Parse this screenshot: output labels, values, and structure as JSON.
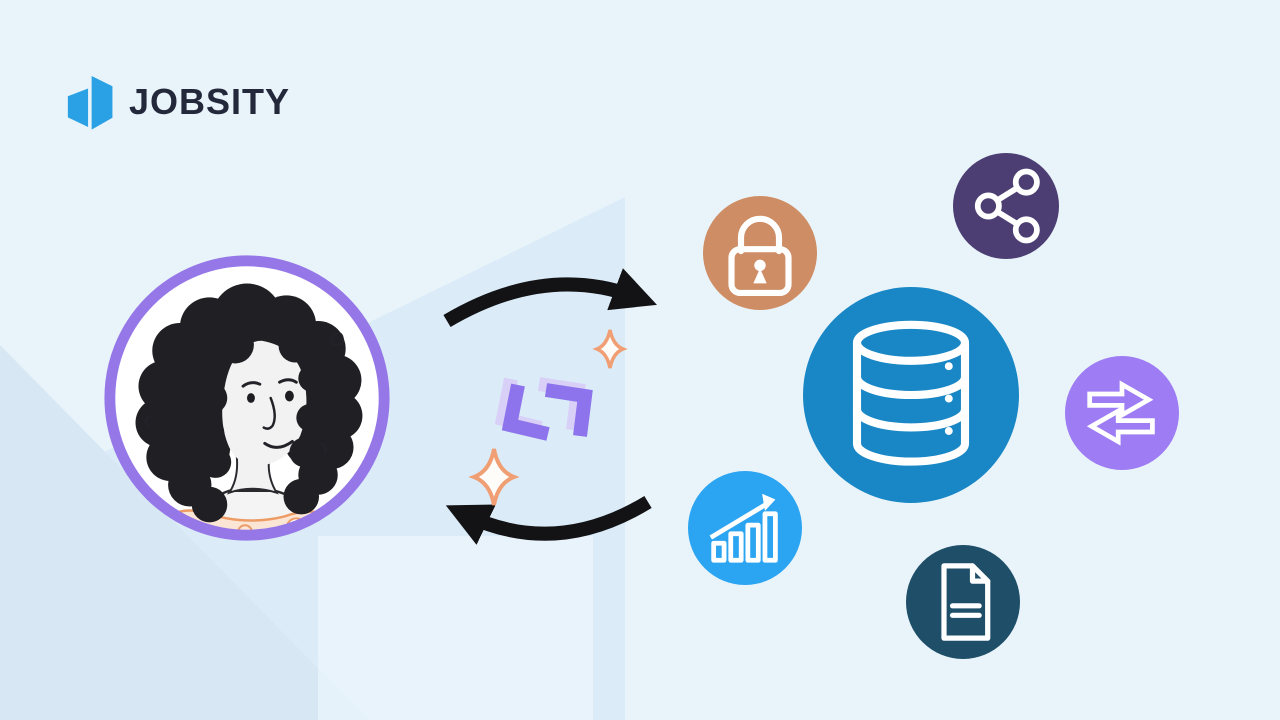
{
  "brand": {
    "name": "JOBSITY",
    "logo_color": "#2AA1E4",
    "text_color": "#23283B"
  },
  "background": {
    "base": "#E9F4FA",
    "triangle": "#DBECF8",
    "corner": "#D7E8F4",
    "band": "#F2FAFD"
  },
  "avatar": {
    "alt": "woman-with-curly-hair-avatar",
    "ring_color": "#9577E8",
    "hair_color": "#201F24",
    "skin_color": "#F3F2F2",
    "shirt_color": "#FBE5D4",
    "shirt_outline": "#ED9C66"
  },
  "flow": {
    "arrow_color": "#131316",
    "bracket_front": "#8E74EC",
    "bracket_back": "#D9D0F8",
    "sparkle_color": "#F09E73",
    "sparkle_fill": "#FEFCF8"
  },
  "service_icons": [
    {
      "name": "lock-icon",
      "label": "security",
      "circle_color": "#CE8D64"
    },
    {
      "name": "share-icon",
      "label": "sharing",
      "circle_color": "#4C3E72"
    },
    {
      "name": "database-icon",
      "label": "database",
      "circle_color": "#1987C5"
    },
    {
      "name": "transfer-icon",
      "label": "data-transfer",
      "circle_color": "#9D7CF4"
    },
    {
      "name": "bar-chart-icon",
      "label": "analytics",
      "circle_color": "#2BA4F2"
    },
    {
      "name": "document-icon",
      "label": "documents",
      "circle_color": "#1E4E68"
    }
  ]
}
